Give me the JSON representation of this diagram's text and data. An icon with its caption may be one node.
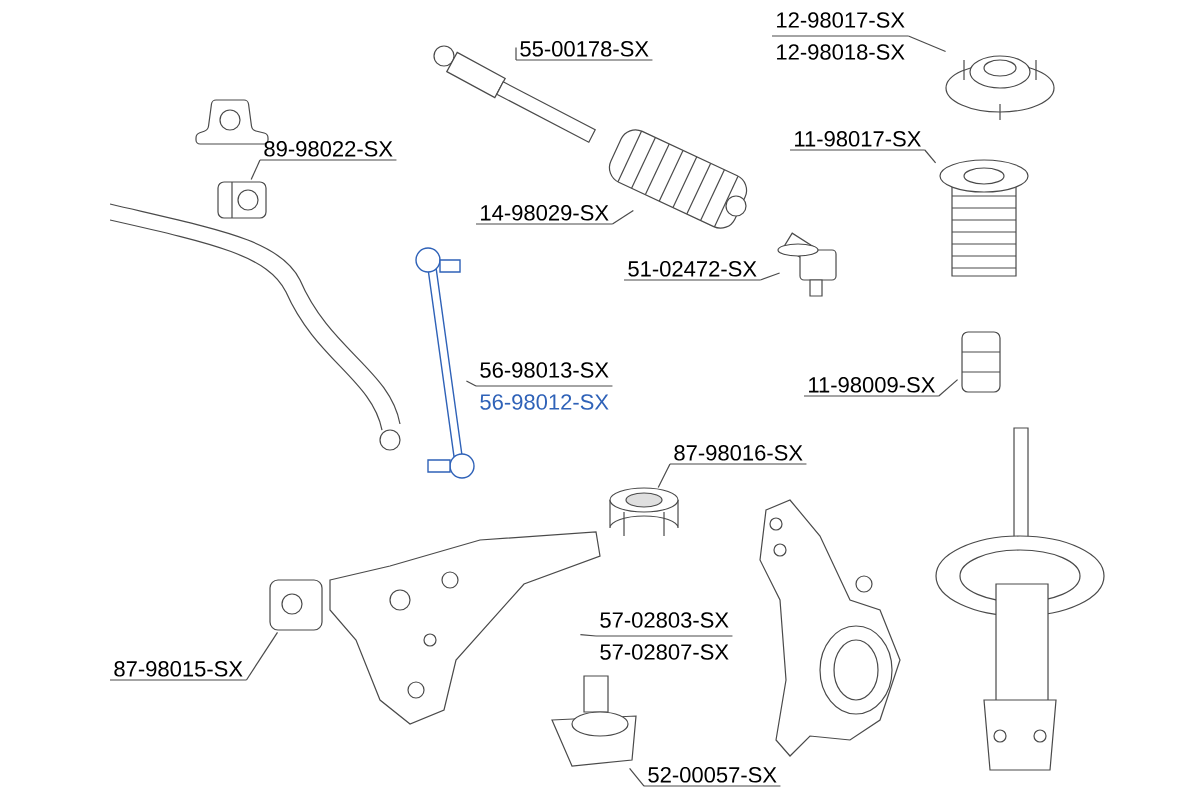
{
  "diagram": {
    "nodes": [
      {
        "text": [
          "55-00178-SX"
        ]
      },
      {
        "text": [
          "89-98022-SX"
        ]
      },
      {
        "text": [
          "14-98029-SX"
        ]
      },
      {
        "text": [
          "51-02472-SX"
        ]
      },
      {
        "text": [
          "56-98013-SX",
          "56-98012-SX"
        ]
      },
      {
        "text": [
          "12-98017-SX",
          "12-98018-SX"
        ]
      },
      {
        "text": [
          "11-98017-SX"
        ]
      },
      {
        "text": [
          "11-98009-SX"
        ]
      },
      {
        "text": [
          "87-98016-SX"
        ]
      },
      {
        "text": [
          "57-02803-SX",
          "57-02807-SX"
        ]
      },
      {
        "text": [
          "87-98015-SX"
        ]
      },
      {
        "text": [
          "52-00057-SX"
        ]
      },
      {
        "text": [],
        "shape": "picture"
      },
      {
        "text": [],
        "shape": "picture"
      },
      {
        "text": [],
        "shape": "picture"
      },
      {
        "text": [],
        "shape": "picture"
      },
      {
        "text": [],
        "shape": "picture"
      },
      {
        "text": [],
        "shape": "picture"
      },
      {
        "text": [],
        "shape": "picture"
      },
      {
        "text": [],
        "shape": "picture"
      },
      {
        "text": [],
        "shape": "picture"
      },
      {
        "text": [],
        "shape": "picture"
      },
      {
        "text": [],
        "shape": "picture"
      },
      {
        "text": [],
        "shape": "picture"
      }
    ],
    "edges": [
      {
        "from": 0,
        "to": 12,
        "arrow": "none"
      },
      {
        "from": 1,
        "to": 13,
        "arrow": "none"
      },
      {
        "from": 2,
        "to": 14,
        "arrow": "none"
      },
      {
        "from": 3,
        "to": 15,
        "arrow": "none"
      },
      {
        "from": 4,
        "to": 16,
        "arrow": "none"
      },
      {
        "from": 5,
        "to": 17,
        "arrow": "none"
      },
      {
        "from": 6,
        "to": 18,
        "arrow": "none"
      },
      {
        "from": 7,
        "to": 19,
        "arrow": "none"
      },
      {
        "from": 8,
        "to": 20,
        "arrow": "none"
      },
      {
        "from": 9,
        "to": 21,
        "arrow": "none"
      },
      {
        "from": 10,
        "to": 22,
        "arrow": "none"
      },
      {
        "from": 11,
        "to": 23,
        "arrow": "none"
      }
    ]
  }
}
